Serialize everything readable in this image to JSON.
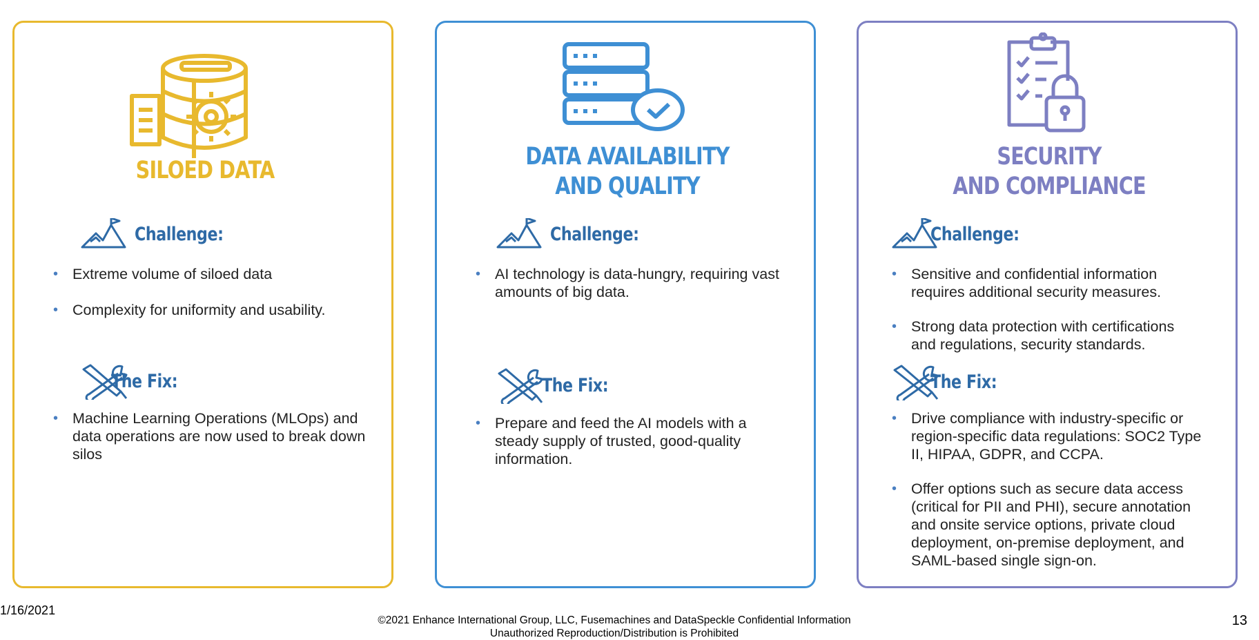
{
  "colors": {
    "siloed": "#e8b92e",
    "availability": "#3e8fd4",
    "security": "#7d7fc2",
    "heading": "#2e6aa6"
  },
  "cards": [
    {
      "icon": "database-gear-icon",
      "title_lines": [
        "SILOED DATA"
      ],
      "challenge_label": "Challenge:",
      "challenge_items": [
        "Extreme volume of siloed data",
        "Complexity for uniformity and usability."
      ],
      "fix_label": "The Fix:",
      "fix_items": [
        "Machine Learning Operations (MLOps) and data operations are now used to break down silos"
      ]
    },
    {
      "icon": "server-check-icon",
      "title_lines": [
        "DATA AVAILABILITY",
        "AND QUALITY"
      ],
      "challenge_label": "Challenge:",
      "challenge_items": [
        "AI technology is data-hungry, requiring vast amounts of big data."
      ],
      "fix_label": "The Fix:",
      "fix_items": [
        "Prepare and feed the AI models with a steady supply of trusted, good-quality information."
      ]
    },
    {
      "icon": "clipboard-lock-icon",
      "title_lines": [
        "SECURITY",
        "AND COMPLIANCE"
      ],
      "challenge_label": "Challenge:",
      "challenge_items": [
        "Sensitive and confidential information requires additional security measures.",
        "Strong data protection with certifications and regulations, security standards."
      ],
      "fix_label": "The Fix:",
      "fix_items": [
        "Drive compliance with industry-specific or region-specific data regulations: SOC2 Type II, HIPAA, GDPR, and CCPA.",
        "Offer options such as secure data access (critical for PII and PHI), secure annotation and onsite service options, private cloud deployment, on-premise deployment, and SAML-based single  sign-on."
      ]
    }
  ],
  "footer": {
    "date": "1/16/2021",
    "line1": "©2021 Enhance International Group, LLC, Fusemachines and DataSpeckle Confidential Information",
    "line2": "Unauthorized Reproduction/Distribution is Prohibited",
    "page_number": "13"
  }
}
